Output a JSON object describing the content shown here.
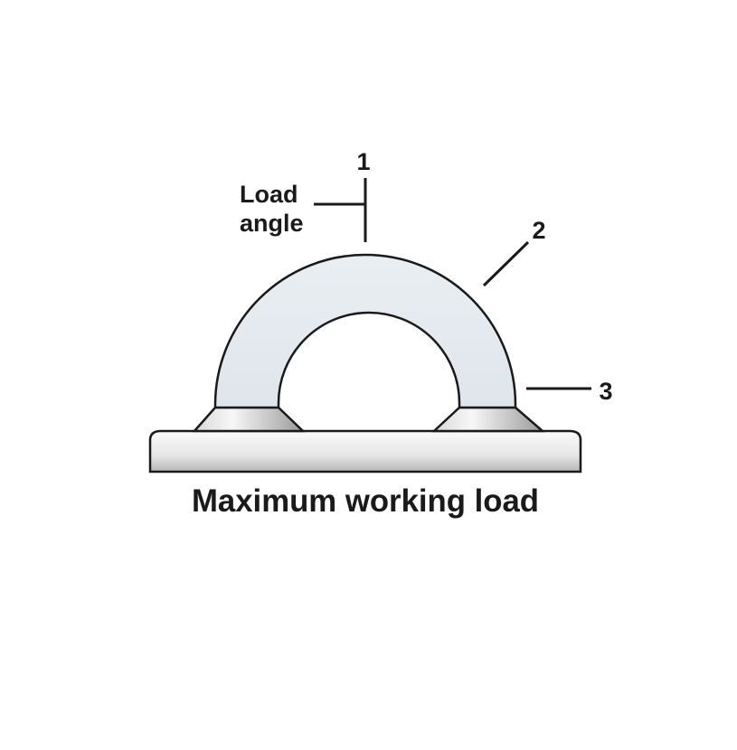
{
  "diagram": {
    "labels": {
      "callout_1": "1",
      "callout_2": "2",
      "callout_3": "3",
      "load_angle_line1": "Load",
      "load_angle_line2": "angle",
      "caption": "Maximum working load"
    },
    "colors": {
      "stroke": "#1a1a1a",
      "ring_fill": "#e6ecf0",
      "metal_light": "#f4f4f4",
      "metal_dark": "#a8a8a8"
    }
  }
}
